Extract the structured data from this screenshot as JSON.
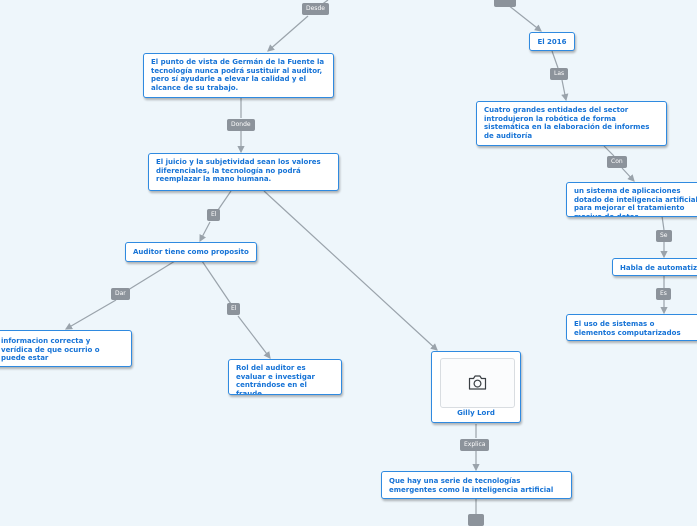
{
  "colors": {
    "background": "#eef6fb",
    "node_border": "#2f8ae0",
    "node_text": "#1673d6",
    "label_bg": "#8c939b",
    "connector": "#9aa3ab"
  },
  "nodes": {
    "n1": "El punto de vista de Germán de la Fuente la tecnología nunca podrá sustituir al auditor, pero sí ayudarle a elevar la calidad y el alcance de su trabajo.",
    "n2": "El juicio y la subjetividad sean los valores diferenciales, la tecnología no podrá reemplazar la mano humana.",
    "n3": "Auditor tiene como proposito",
    "n4": "informacion correcta y verídica de que ocurrio o puede estar",
    "n5": "Rol del auditor es evaluar e investigar centrándose en el fraude",
    "n6": "Gilly Lord",
    "n7": "Que hay una serie de tecnologías emergentes como la inteligencia artificial",
    "n8": "El 2016",
    "n9": "Cuatro grandes entidades del sector introdujeron la robótica de forma sistemática en la elaboración de informes de auditoría",
    "n10": "un sistema de aplicaciones dotado de inteligencia artificial para mejorar el tratamiento masivo de datos.",
    "n11": "Habla de automatización",
    "n12": "El uso de sistemas o elementos computarizados"
  },
  "labels": {
    "desde": "Desde",
    "donde": "Donde",
    "el1": "El",
    "dar": "Dar",
    "el2": "El",
    "explica": "Explica",
    "las": "Las",
    "con": "Con",
    "se": "Se",
    "es": "Es"
  },
  "icons": {
    "image_placeholder": "camera-icon"
  }
}
